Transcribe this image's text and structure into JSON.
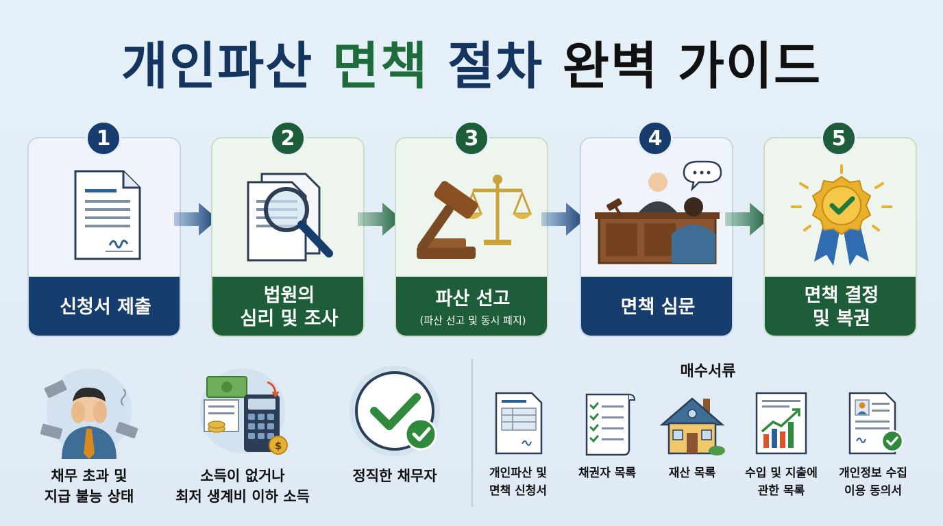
{
  "title": {
    "part1": "개인파산",
    "part2": "면책",
    "part3": "절차",
    "part4": "완벽 가이드"
  },
  "steps": [
    {
      "number": "1",
      "line1": "신청서 제출",
      "line2": "",
      "sub": ""
    },
    {
      "number": "2",
      "line1": "법원의",
      "line2": "심리 및 조사",
      "sub": ""
    },
    {
      "number": "3",
      "line1": "파산 선고",
      "line2": "",
      "sub": "(파산 선고 및 동시 폐지)"
    },
    {
      "number": "4",
      "line1": "면책 심문",
      "line2": "",
      "sub": ""
    },
    {
      "number": "5",
      "line1": "면책 결정",
      "line2": "및 복권",
      "sub": ""
    }
  ],
  "conditions": [
    {
      "line1": "채무 초과 및",
      "line2": "지급 불능 상태"
    },
    {
      "line1": "소득이 없거나",
      "line2": "최저 생계비 이하 소득"
    },
    {
      "line1": "정직한 채무자",
      "line2": ""
    }
  ],
  "documents": {
    "title": "매수서류",
    "items": [
      {
        "line1": "개인파산 및",
        "line2": "면책 신청서"
      },
      {
        "line1": "채권자 목록",
        "line2": ""
      },
      {
        "line1": "재산 목록",
        "line2": ""
      },
      {
        "line1": "수입 및 지출에",
        "line2": "관한 목록"
      },
      {
        "line1": "개인정보 수집",
        "line2": "이용 동의서"
      }
    ]
  },
  "colors": {
    "navy": "#163d6e",
    "green": "#1e5d3a",
    "background": "#e6f0f8"
  },
  "icons": [
    "document-icon",
    "magnifier-document-icon",
    "gavel-scales-icon",
    "courtroom-icon",
    "award-badge-icon",
    "stressed-person-icon",
    "calculator-money-icon",
    "checkmark-icon",
    "form-icon",
    "checklist-icon",
    "house-icon",
    "growth-chart-icon",
    "profile-form-icon"
  ]
}
